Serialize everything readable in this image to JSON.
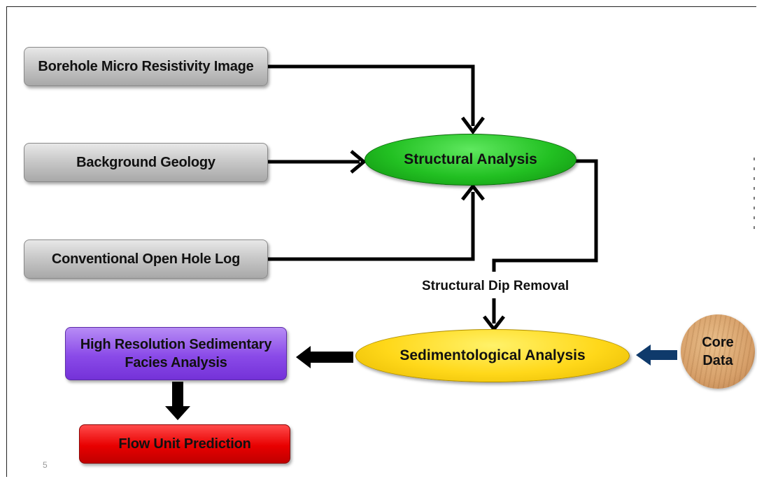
{
  "nodes": {
    "borehole": "Borehole Micro Resistivity Image",
    "background_geology": "Background Geology",
    "open_hole_log": "Conventional Open Hole Log",
    "structural_analysis": "Structural Analysis",
    "sedimentological_analysis": "Sedimentological Analysis",
    "facies_line1": "High Resolution Sedimentary",
    "facies_line2": "Facies Analysis",
    "flow_unit": "Flow Unit Prediction",
    "core_line1": "Core",
    "core_line2": "Data"
  },
  "edge_labels": {
    "dip_removal": "Structural Dip Removal"
  },
  "slide_number": "5",
  "colors": {
    "gray_box": "#c9c9c9",
    "structural": "#22c022",
    "sedimentological": "#ffd81a",
    "facies": "#8a4ae8",
    "flow_unit": "#e80000",
    "core_arrow": "#0f3a6b",
    "arrow": "#000000"
  }
}
